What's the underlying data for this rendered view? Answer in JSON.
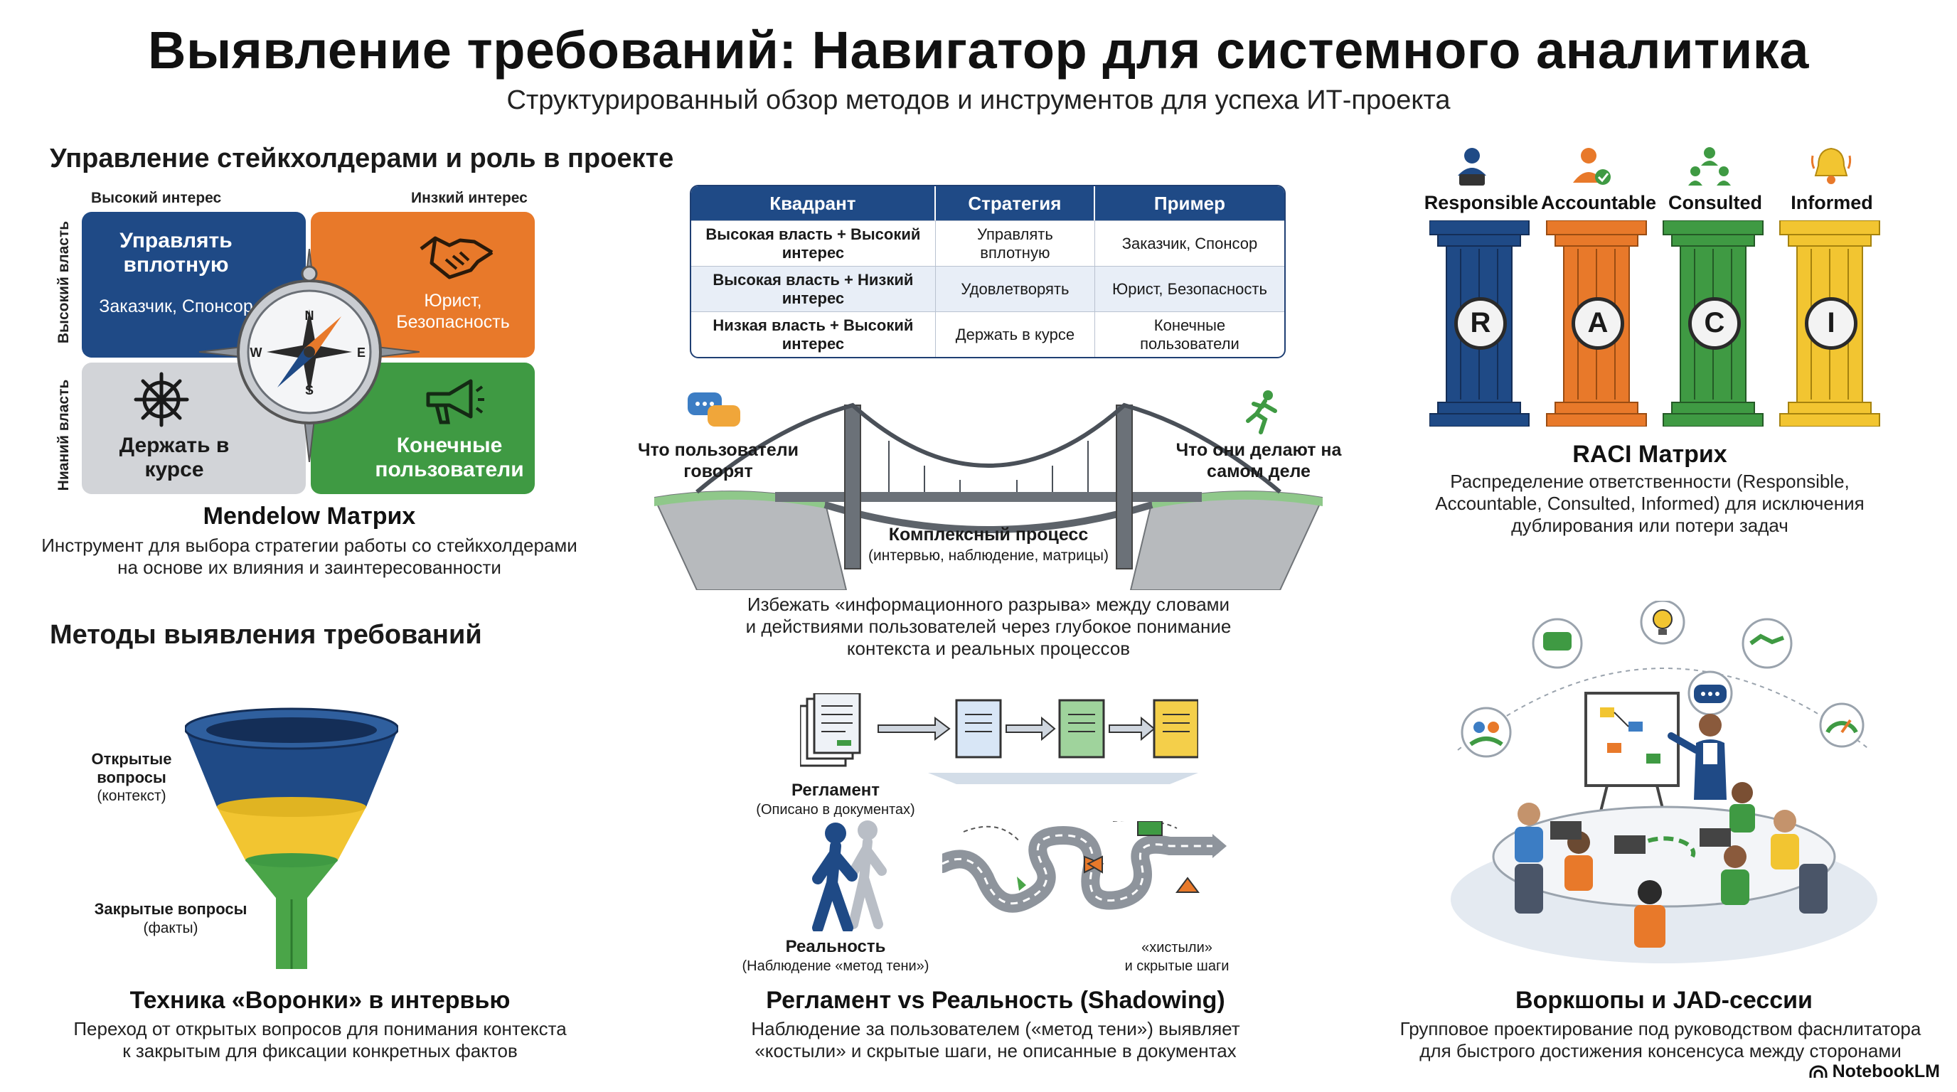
{
  "header": {
    "title": "Выявление требований: Навигатор для системного аналитика",
    "subtitle": "Структурированный обзор методов и инструментов для успеха ИТ-проекта"
  },
  "stakeholders": {
    "heading": "Управление стейкхолдерами и роль в проекте",
    "top_left_label": "Высокий интерес",
    "top_right_label": "Инзкий интерес",
    "left_top_label": "Высокий власть",
    "left_bottom_label": "Нианий власть",
    "quadrants": [
      {
        "title": "Управлять вплотную",
        "subtitle": "Заказчик, Спонсор"
      },
      {
        "title": "",
        "subtitle": "Юрист, Безопасность"
      },
      {
        "title": "Держать в курсе",
        "subtitle": ""
      },
      {
        "title": "Конечные пользователи",
        "subtitle": ""
      }
    ],
    "compass_letters": {
      "n": "N",
      "s": "S",
      "w": "W",
      "e": "E"
    },
    "caption_title": "Mendelow Матрих",
    "caption_text_1": "Инструмент для выбора стратегии работы со стейкхолдерами",
    "caption_text_2": "на основе их влияния и заинтересованности"
  },
  "strategy_table": {
    "headers": [
      "Квадрант",
      "Стратегия",
      "Пример"
    ],
    "rows": [
      [
        "Высокая власть + Высокий интерес",
        "Управлять вплотную",
        "Заказчик, Спонсор"
      ],
      [
        "Высокая власть + Низкий интерес",
        "Удовлетворять",
        "Юрист, Безопасность"
      ],
      [
        "Низкая власть + Высокий интерес",
        "Держать в курсе",
        "Конечные пользователи"
      ]
    ]
  },
  "bridge": {
    "left_label": "Что пользователи говорят",
    "right_label": "Что они делают на самом деле",
    "process_title": "Комплексный процесс",
    "process_sub": "(интервью, наблюдение, матрицы)",
    "caption_1": "Избежать «информационного разрыва» между словами",
    "caption_2": "и действиями пользователей через глубокое понимание",
    "caption_3": "контекста и реальных процессов"
  },
  "raci": {
    "roles": [
      {
        "name": "Responsible",
        "letter": "R",
        "color": "#1f4a86"
      },
      {
        "name": "Accountable",
        "letter": "A",
        "color": "#e8792a"
      },
      {
        "name": "Consulted",
        "letter": "C",
        "color": "#3f9a43"
      },
      {
        "name": "Informed",
        "letter": "I",
        "color": "#f2c531"
      }
    ],
    "caption_title": "RACI Матрих",
    "caption_1": "Распределение ответственности (Responsible,",
    "caption_2": "Accountable, Consulted, Informed) для исключения",
    "caption_3": "дублирования или потери задач"
  },
  "methods": {
    "heading": "Методы выявления требований",
    "funnel": {
      "open_1": "Открытые",
      "open_2": "вопросы",
      "open_3": "(контекст)",
      "closed_1": "Закрытые вопросы",
      "closed_2": "(факты)",
      "caption_title": "Техника «Воронки» в интервью",
      "caption_1": "Переход от открытых вопросов для понимания контекста",
      "caption_2": "к закрытым для фиксации конкретных фактов"
    },
    "shadowing": {
      "reg_title": "Регламент",
      "reg_sub": "(Описано в документах)",
      "real_title": "Реальность",
      "real_sub": "(Наблюдение «метод тени»)",
      "crutch_1": "«хистыли»",
      "crutch_2": "и скрытые шаги",
      "caption_title": "Регламент vs Реальность (Shadowing)",
      "caption_1": "Наблюдение за пользователем («метод тени») выявляет",
      "caption_2": "«костыли» и скрытые шаги, не описанные в документах"
    },
    "workshop": {
      "caption_title": "Воркшопы и JAD-сессии",
      "caption_1": "Групповое проектирование под руководством фаснлитатора",
      "caption_2": "для быстрого достижения консенсуса между сторонами"
    }
  },
  "footer": {
    "logo": "NotebookLM"
  }
}
